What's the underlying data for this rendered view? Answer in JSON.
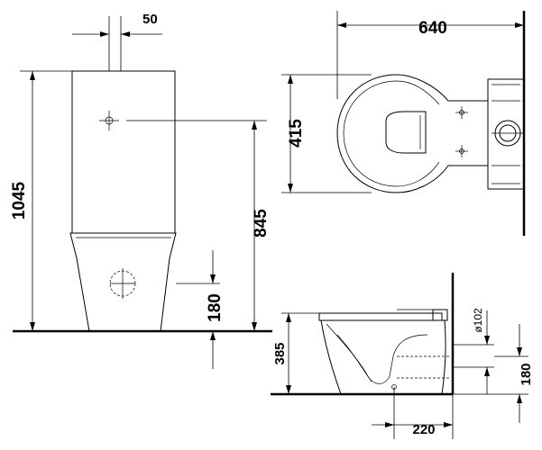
{
  "dimensions": {
    "pipe_offset": "50",
    "total_height": "1045",
    "tank_hole_height": "845",
    "outlet_height": "180",
    "total_depth": "640",
    "seat_width": "415",
    "pan_height": "385",
    "pipe_diameter": "ø102",
    "side_outlet_height": "180",
    "outlet_offset": "220"
  }
}
